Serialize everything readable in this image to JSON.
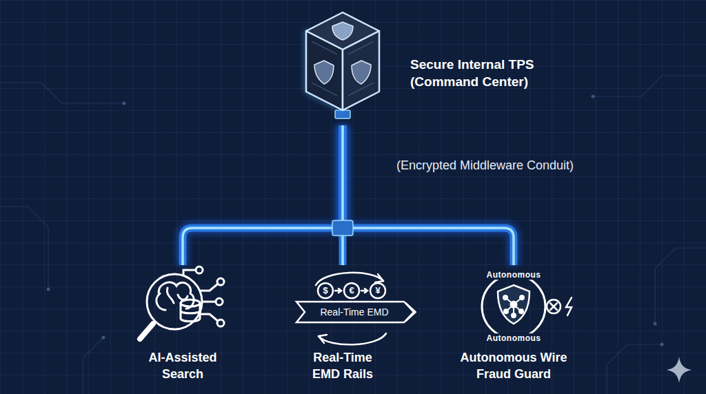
{
  "diagram": {
    "nodes": [
      {
        "text": [
          "Secure Internal TPS (Command Center)"
        ]
      },
      {
        "text": [
          "AI-Assisted Search"
        ]
      },
      {
        "text": [
          "Real-Time EMD Rails"
        ]
      },
      {
        "text": [
          "Autonomous Wire Fraud Guard"
        ]
      }
    ],
    "edges": [
      {
        "from": 0,
        "to": 1,
        "arrow": "none"
      },
      {
        "from": 0,
        "to": 2,
        "arrow": "none",
        "label": "(Encrypted Middleware Conduit)"
      },
      {
        "from": 0,
        "to": 3,
        "arrow": "none"
      }
    ],
    "labels": [
      "Real-Time EMD",
      "$",
      "€",
      "¥",
      "Autonomous",
      "Autonomous"
    ]
  }
}
